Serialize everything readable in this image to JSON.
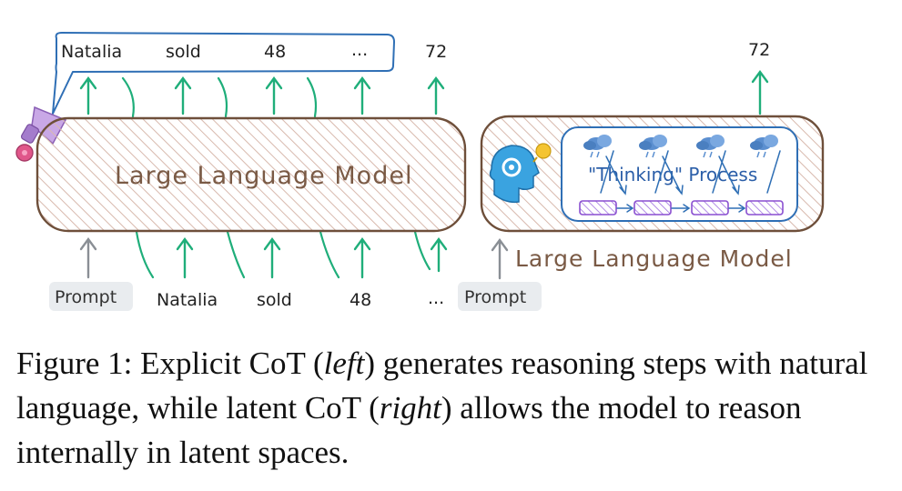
{
  "figure": {
    "explicit": {
      "output_tokens": [
        "Natalia",
        "sold",
        "48",
        "...",
        "72"
      ],
      "model_label": "Large Language Model",
      "prompt_label": "Prompt",
      "input_tokens": [
        "Natalia",
        "sold",
        "48",
        "..."
      ]
    },
    "latent": {
      "output_token": "72",
      "thinking_label": "\"Thinking\" Process",
      "model_label": "Large Language Model",
      "prompt_label": "Prompt"
    }
  },
  "caption": {
    "prefix": "Figure 1: Explicit CoT (",
    "left_word": "left",
    "middle": ") generates reasoning steps with natural language, while latent CoT (",
    "right_word": "right",
    "suffix": ") allows the model to reason internally in latent spaces."
  },
  "colors": {
    "arrow_green": "#1fae7a",
    "arrow_gray": "#8a8f95",
    "box_brown": "#6e4f3a",
    "bubble_blue": "#2f6fb5",
    "latent_purple": "#8a4fd0",
    "prompt_bg": "#e9ecef",
    "head_blue": "#3aa3e0",
    "bulb_yellow": "#f4c431",
    "megaphone": "#b58ad8"
  }
}
